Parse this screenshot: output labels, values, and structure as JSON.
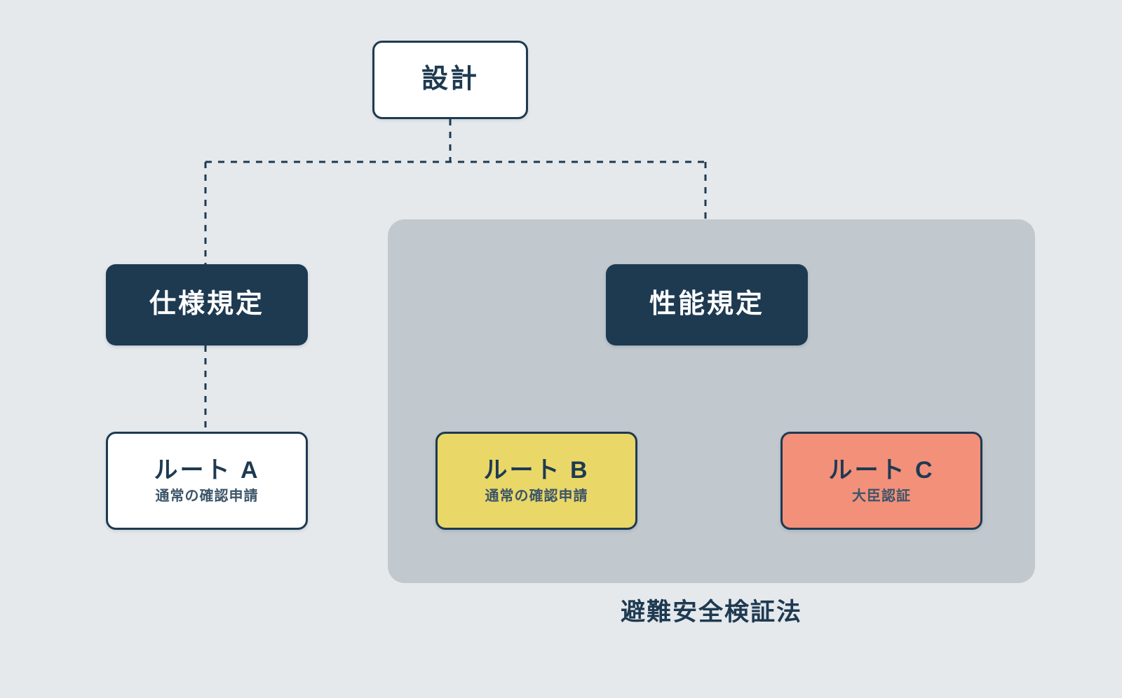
{
  "diagram": {
    "background_color": "#e5e9ec",
    "accent_dark": "#1e3a51",
    "group_color": "#c1c8ce",
    "route_b_color": "#e9d768",
    "route_c_color": "#f2907a",
    "connector_style": "dashed"
  },
  "nodes": {
    "design": {
      "label": "設計"
    },
    "spec_provision": {
      "label": "仕様規定"
    },
    "performance_provision": {
      "label": "性能規定"
    },
    "route_a": {
      "label": "ルート A",
      "subtitle": "通常の確認申請"
    },
    "route_b": {
      "label": "ルート B",
      "subtitle": "通常の確認申請"
    },
    "route_c": {
      "label": "ルート C",
      "subtitle": "大臣認証"
    }
  },
  "group": {
    "caption": "避難安全検証法"
  },
  "edges": [
    {
      "from": "design",
      "to": "spec_provision"
    },
    {
      "from": "design",
      "to": "performance_provision"
    },
    {
      "from": "spec_provision",
      "to": "route_a"
    },
    {
      "from": "performance_provision",
      "to": "route_b"
    },
    {
      "from": "performance_provision",
      "to": "route_c"
    }
  ]
}
